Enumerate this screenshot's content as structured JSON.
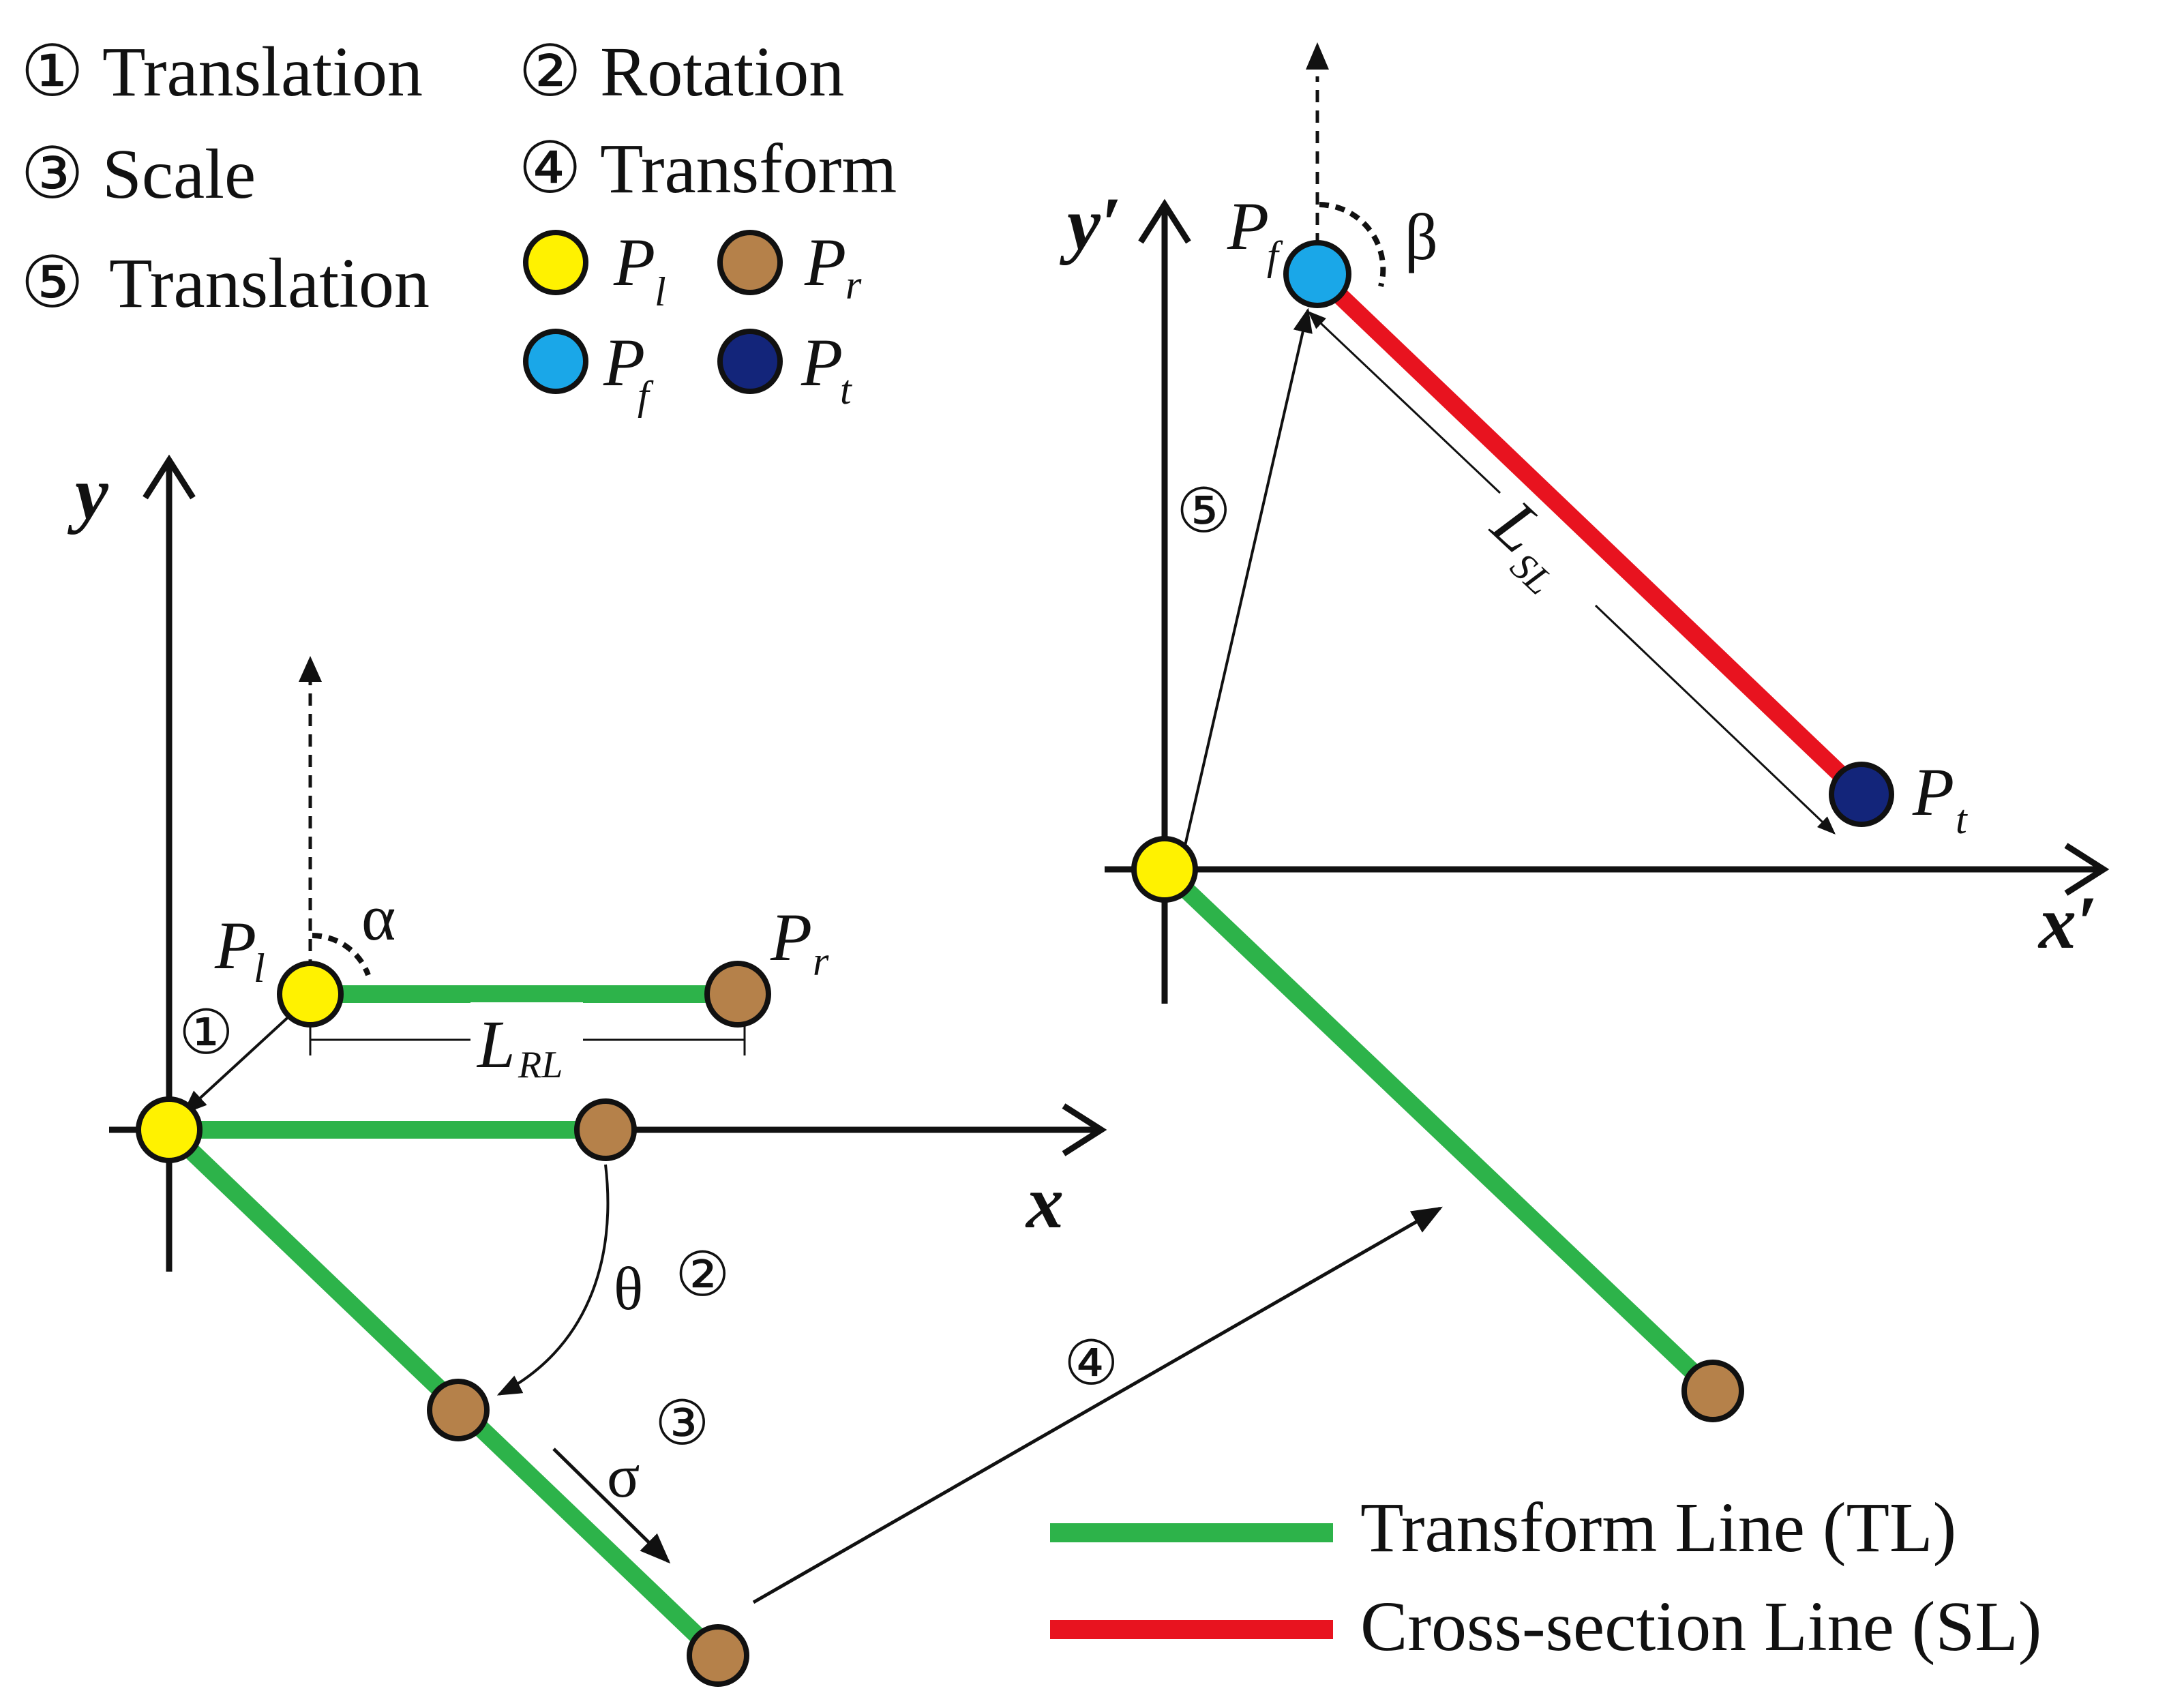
{
  "legend_steps": [
    {
      "num": "①",
      "text": "Translation"
    },
    {
      "num": "②",
      "text": "Rotation"
    },
    {
      "num": "③",
      "text": "Scale"
    },
    {
      "num": "④",
      "text": "Transform"
    },
    {
      "num": "⑤",
      "text": "Translation"
    }
  ],
  "legend_points": [
    {
      "symbol": "P",
      "sub": "l",
      "color": "#FFF200"
    },
    {
      "symbol": "P",
      "sub": "r",
      "color": "#B5814A"
    },
    {
      "symbol": "P",
      "sub": "f",
      "color": "#1AA7E8"
    },
    {
      "symbol": "P",
      "sub": "t",
      "color": "#13257A"
    }
  ],
  "axes": {
    "left_x": "x",
    "left_y": "y",
    "right_x": "x′",
    "right_y": "y′"
  },
  "labels": {
    "pl": {
      "symbol": "P",
      "sub": "l"
    },
    "pr": {
      "symbol": "P",
      "sub": "r"
    },
    "pf": {
      "symbol": "P",
      "sub": "f"
    },
    "pt": {
      "symbol": "P",
      "sub": "t"
    },
    "alpha": "α",
    "beta": "β",
    "theta": "θ",
    "sigma": "σ",
    "lrl": {
      "symbol": "L",
      "sub": "RL"
    },
    "lsl": {
      "symbol": "L",
      "sub": "SL"
    },
    "step1": "①",
    "step2": "②",
    "step3": "③",
    "step4": "④",
    "step5": "⑤"
  },
  "legend_lines": [
    {
      "label": "Transform Line (TL)",
      "color": "#2DB34A"
    },
    {
      "label": "Cross-section Line (SL)",
      "color": "#E8131F"
    }
  ],
  "colors": {
    "transform_line": "#2DB34A",
    "cross_section_line": "#E8131F",
    "pl": "#FFF200",
    "pr": "#B5814A",
    "pf": "#1AA7E8",
    "pt": "#13257A"
  }
}
